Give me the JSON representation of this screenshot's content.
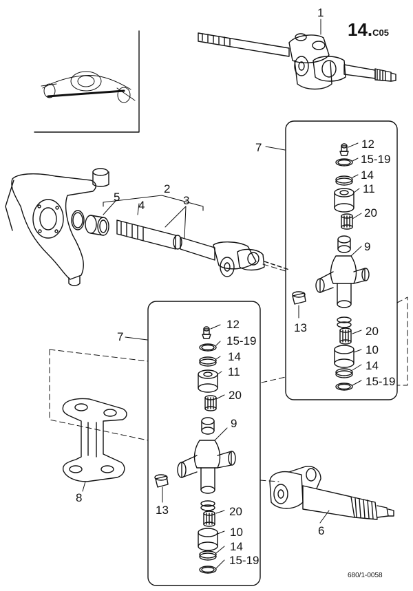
{
  "sheet": {
    "number": "14.",
    "section": "C05",
    "drawing_number": "680/1-0058"
  },
  "callouts": {
    "c1": "1",
    "c2": "2",
    "c3": "3",
    "c4": "4",
    "c5": "5",
    "c6": "6",
    "c7": "7",
    "c8": "8",
    "c9": "9",
    "c10": "10",
    "c11": "11",
    "c12": "12",
    "c13": "13",
    "c14": "14",
    "c15_19": "15-19",
    "c20": "20"
  },
  "colors": {
    "ink": "#111111",
    "paper": "#ffffff"
  }
}
